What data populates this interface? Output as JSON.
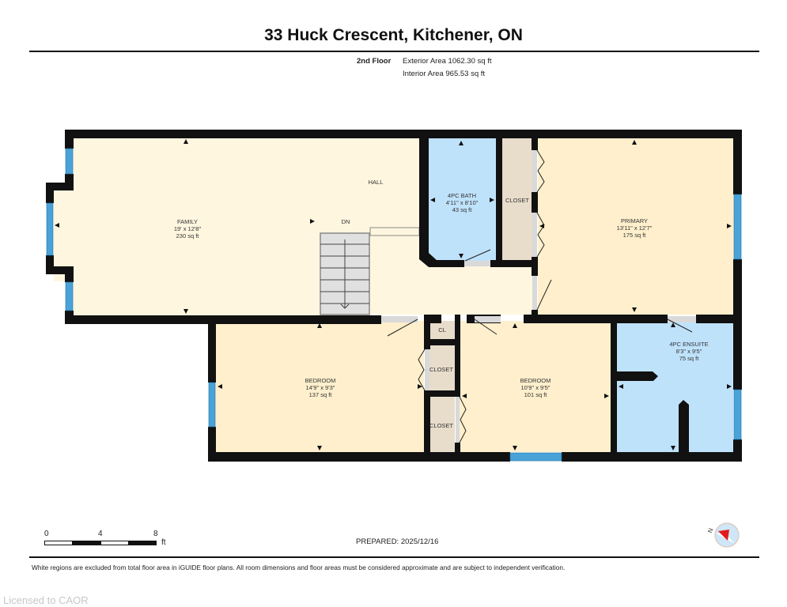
{
  "header": {
    "title": "33 Huck Crescent, Kitchener, ON",
    "floor": "2nd Floor",
    "exterior_area": "Exterior Area 1062.30 sq ft",
    "interior_area": "Interior Area 965.53 sq ft"
  },
  "colors": {
    "wall": "#111111",
    "living_fill": "#fff6df",
    "bedroom_fill": "#ffefcc",
    "bath_fill": "#bfe2fb",
    "closet_fill": "#e8dccb",
    "window": "#4aa3d8",
    "door_swing": "#d9d9d9",
    "stairs": "#e0e0e0"
  },
  "rooms": {
    "family": {
      "name": "FAMILY",
      "dims": "19' x 12'8\"",
      "area": "230 sq ft"
    },
    "hall": {
      "name": "HALL"
    },
    "stairs": {
      "label": "DN"
    },
    "bath": {
      "name": "4PC BATH",
      "dims": "4'11\" x 8'10\"",
      "area": "43 sq ft"
    },
    "closet_top": {
      "name": "CLOSET"
    },
    "primary": {
      "name": "PRIMARY",
      "dims": "13'11\" x 12'7\"",
      "area": "175 sq ft"
    },
    "bedroom1": {
      "name": "BEDROOM",
      "dims": "14'9\" x 9'3\"",
      "area": "137 sq ft"
    },
    "cl": {
      "name": "CL"
    },
    "closet_mid": {
      "name": "CLOSET"
    },
    "closet_low": {
      "name": "CLOSET"
    },
    "bedroom2": {
      "name": "BEDROOM",
      "dims": "10'9\" x 9'5\"",
      "area": "101 sq ft"
    },
    "ensuite": {
      "name": "4PC ENSUITE",
      "dims": "8'3\" x 9'5\"",
      "area": "75 sq ft"
    }
  },
  "scale": {
    "ticks": [
      "0",
      "4",
      "8"
    ],
    "unit": "ft"
  },
  "compass": {
    "label": "N",
    "icon": "north-arrow-icon"
  },
  "footer": {
    "prepared": "PREPARED: 2025/12/16",
    "disclaimer": "White regions are excluded from total floor area in iGUIDE floor plans. All room dimensions and floor areas must be considered approximate and are subject to independent verification.",
    "license": "Licensed to CAOR"
  }
}
